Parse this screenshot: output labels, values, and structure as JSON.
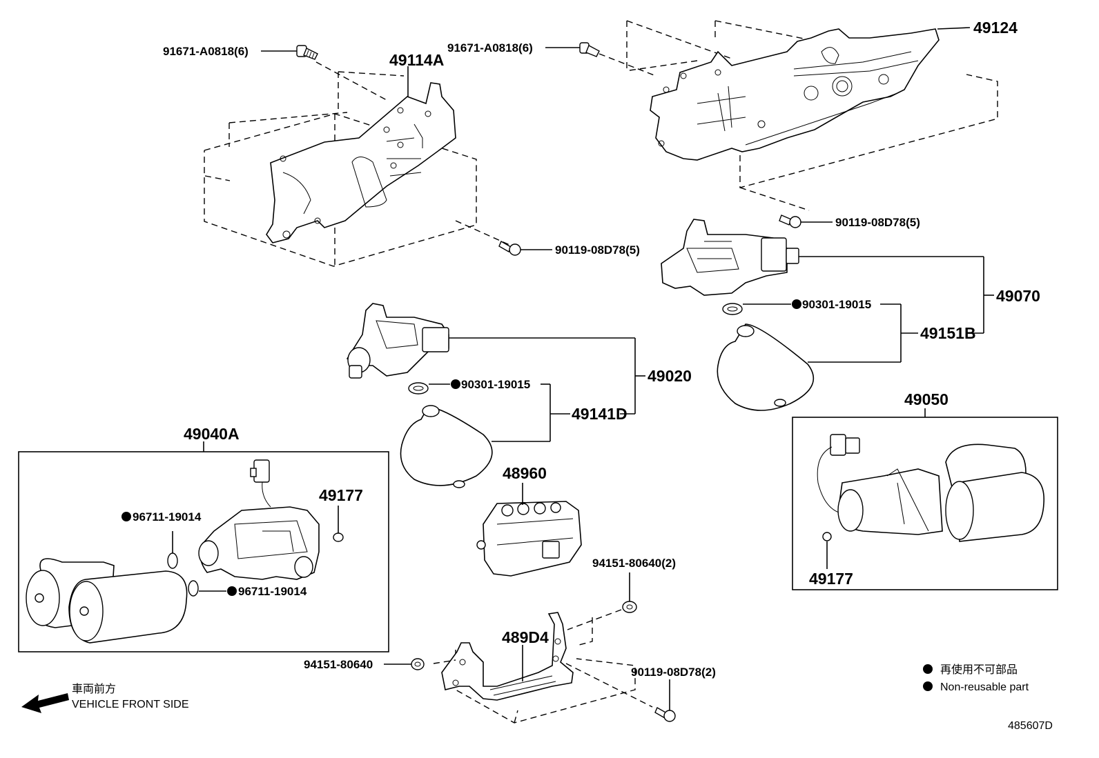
{
  "labels": {
    "p49114A": "49114A",
    "p49124": "49124",
    "p91671_left": "91671-A0818(6)",
    "p91671_right": "91671-A0818(6)",
    "p90119_mid": "90119-08D78(5)",
    "p90119_right": "90119-08D78(5)",
    "p49070": "49070",
    "p90301_right": "90301-19015",
    "p49151B": "49151B",
    "p49020": "49020",
    "p90301_left": "90301-19015",
    "p49141D": "49141D",
    "p49040A": "49040A",
    "p49177_left": "49177",
    "p96711_upper": "96711-19014",
    "p96711_lower": "96711-19014",
    "p48960": "48960",
    "p94151_2": "94151-80640(2)",
    "p489D4": "489D4",
    "p94151": "94151-80640",
    "p90119_bottom": "90119-08D78(2)",
    "p49050": "49050",
    "p49177_right": "49177"
  },
  "direction": {
    "jp": "車両前方",
    "en": "VEHICLE FRONT SIDE"
  },
  "legend": {
    "jp": "再使用不可部品",
    "en": "Non-reusable part"
  },
  "diagram_id": "485607D"
}
